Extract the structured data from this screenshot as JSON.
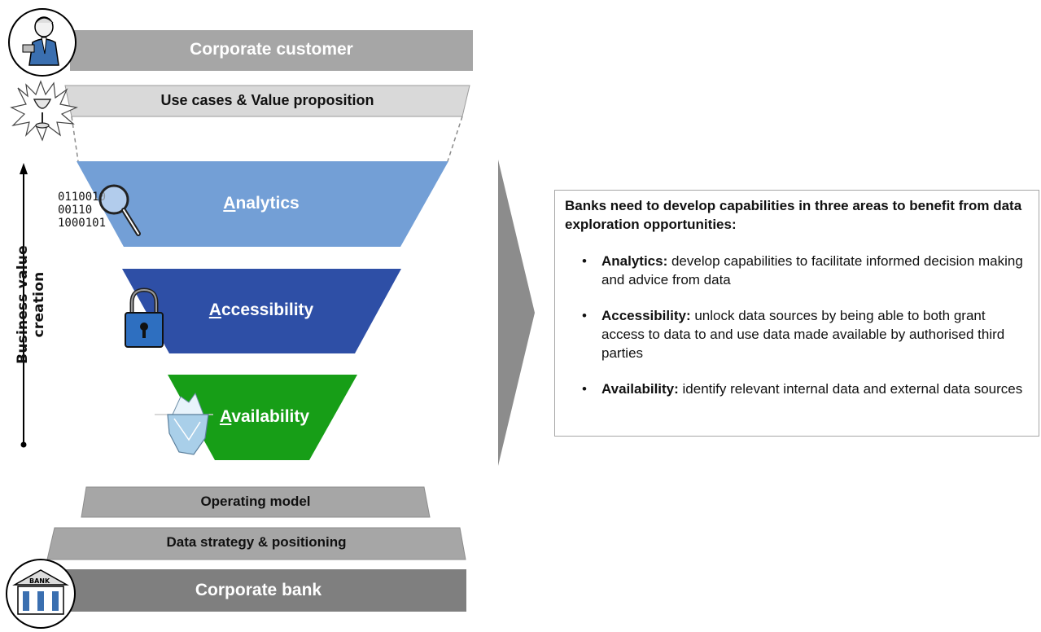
{
  "layers": {
    "customer": "Corporate customer",
    "use_cases": "Use cases & Value proposition",
    "operating_model": "Operating model",
    "data_strategy": "Data strategy & positioning",
    "bank": "Corporate bank"
  },
  "funnel": [
    {
      "initial": "A",
      "rest": "nalytics",
      "color": "#739fd6"
    },
    {
      "initial": "A",
      "rest": "ccessibility",
      "color": "#2e4fa6"
    },
    {
      "initial": "A",
      "rest": "vailability",
      "color": "#179e17"
    }
  ],
  "binary_text": [
    "0110010",
    "00110",
    "1000101"
  ],
  "axis_label": "Business value creation",
  "icons": [
    "businessman-icon",
    "grail-icon",
    "magnifier-icon",
    "padlock-icon",
    "iceberg-icon",
    "bank-building-icon",
    "up-arrow-icon",
    "chevron-arrow-icon"
  ],
  "info": {
    "heading": "Banks need to develop capabilities in three areas to benefit from data exploration opportunities:",
    "items": [
      {
        "term": "Analytics:",
        "text": " develop capabilities to facilitate informed decision making and advice from data"
      },
      {
        "term": "Accessibility:",
        "text": " unlock data sources by being able to both grant access to data to and use data made available by authorised third parties"
      },
      {
        "term": "Availability:",
        "text": " identify relevant internal data and external data sources"
      }
    ]
  },
  "colors": {
    "gray_bar": "#a6a6a6",
    "light_bar": "#d9d9d9",
    "dark_bar": "#7f7f7f",
    "analytics": "#739fd6",
    "accessibility": "#2e4fa6",
    "availability": "#179e17"
  }
}
